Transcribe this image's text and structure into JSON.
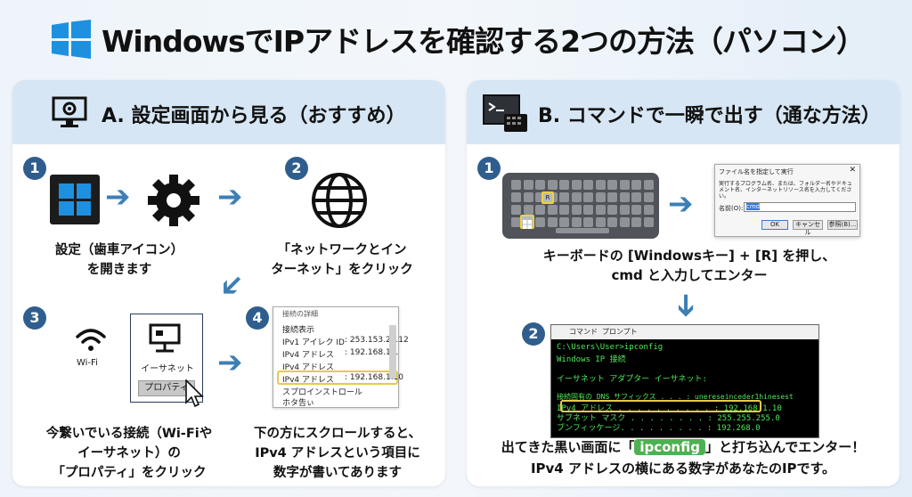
{
  "title": "WindowsでIPアドレスを確認する2つの方法（パソコン）",
  "panel_a": {
    "heading": "A. 設定画面から見る（おすすめ）",
    "steps": [
      {
        "num": "1",
        "caption_l1": "設定（歯車アイコン）",
        "caption_l2": "を開きます"
      },
      {
        "num": "2",
        "caption_l1": "「ネットワークとイン",
        "caption_l2": "ターネット」をクリック"
      },
      {
        "num": "3",
        "caption_l1": "今繋いでいる接続（Wi-Fiや",
        "caption_l2": "イーサネット）の",
        "caption_l3": "「プロパティ」をクリック"
      },
      {
        "num": "4",
        "caption_l1": "下の方にスクロールすると、",
        "caption_l2": "IPv4 アドレスという項目に",
        "caption_l3": "数字が書いてあります"
      }
    ],
    "wifi_label": "Wi-Fi",
    "ethernet_label": "イーサネット",
    "properties_button": "プロパティ",
    "props_window": {
      "title": "接続の詳細",
      "heading": "接続表示",
      "rows": [
        {
          "label": "IPv1 アイレク ID",
          "value": ": 253.153.25.12"
        },
        {
          "label": "IPv4 アドレス",
          "value": ": 192.168.1.1"
        },
        {
          "label": "IPv4 アドレス",
          "value": ""
        },
        {
          "label": "IPv4 アドレス",
          "value": ": 192.168.1.10"
        },
        {
          "label": "スプロインストロール",
          "value": ""
        },
        {
          "label": "ホタ告ぃ",
          "value": ""
        }
      ]
    }
  },
  "panel_b": {
    "heading": "B. コマンドで一瞬で出す（通な方法）",
    "steps": [
      {
        "num": "1",
        "caption_l1": "キーボードの [Windowsキー] + [R] を押し、",
        "caption_l2": "cmd と入力してエンター"
      },
      {
        "num": "2",
        "caption_pre": "出てきた黒い画面に「",
        "caption_chip": "ipconfig",
        "caption_post": "」と打ち込んでエンター！",
        "caption_l2": "IPv4 アドレスの横にある数字があなたのIPです。"
      }
    ],
    "key_r": "R",
    "run_dialog": {
      "title": "ファイル名を指定して実行",
      "desc": "実行するプログラム名、または、フォルダー名やドキュメント名、インターネットリソース名を入力してください。",
      "name_label": "名前(O):",
      "input_value": "cmd",
      "ok": "OK",
      "cancel": "キャンセル",
      "browse": "参照(B)..."
    },
    "cmd": {
      "title": "コマンド プロンプト",
      "lines": [
        "C:\\Users\\User>ipconfig",
        "Windows IP 接続",
        "",
        "イーサネット アダプター イーサネット:",
        "",
        "   接続固有の DNS サフィックス . . . : unereseinceder1hinesest",
        "   IPv4 アドレス . . . . . . . . . . : 192.168.1.10",
        "   サブネット マスク . . . . . . . . : 255.255.255.0",
        "   ブンフィッケージ. . . . . . . . . : 192.268.0"
      ]
    }
  },
  "colors": {
    "accent": "#2f5e8e",
    "arrow": "#3d7fb4",
    "panel_head": "#d6e6f4",
    "highlight": "#e8c94a",
    "chip": "#4db152",
    "cmd_text": "#4fe85a",
    "win_blue": "#1e90e0"
  },
  "icons": [
    "windows-logo-icon",
    "monitor-gear-icon",
    "terminal-icon",
    "gear-icon",
    "globe-icon",
    "wifi-icon",
    "ethernet-icon",
    "cursor-icon",
    "arrow-right-icon",
    "arrow-down-icon",
    "sparkle-icon"
  ]
}
